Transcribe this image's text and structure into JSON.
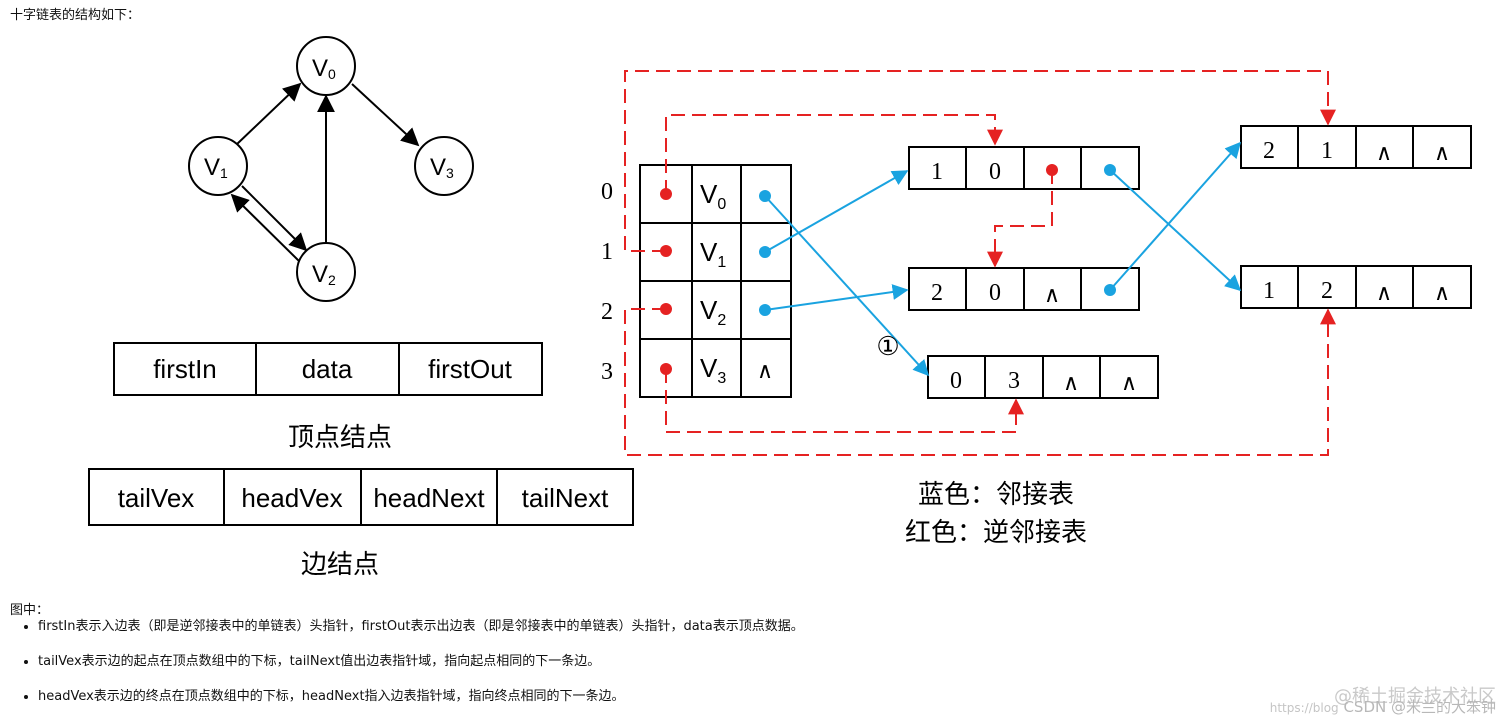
{
  "intro": "十字链表的结构如下：",
  "graph": {
    "vertices": [
      "V",
      "V",
      "V",
      "V"
    ],
    "subscripts": [
      "0",
      "1",
      "2",
      "3"
    ]
  },
  "vertex_node": {
    "fields": [
      "firstIn",
      "data",
      "firstOut"
    ],
    "caption": "顶点结点"
  },
  "edge_node": {
    "fields": [
      "tailVex",
      "headVex",
      "headNext",
      "tailNext"
    ],
    "caption": "边结点"
  },
  "array": {
    "indices": [
      "0",
      "1",
      "2",
      "3"
    ],
    "null_symbol": "∧"
  },
  "edges": [
    [
      "1",
      "0",
      "",
      ""
    ],
    [
      "2",
      "0",
      "∧",
      ""
    ],
    [
      "0",
      "3",
      "∧",
      "∧"
    ],
    [
      "2",
      "1",
      "∧",
      "∧"
    ],
    [
      "1",
      "2",
      "∧",
      "∧"
    ]
  ],
  "circled_label": "①",
  "legend": {
    "blue": "蓝色：邻接表",
    "red": "红色：逆邻接表"
  },
  "colors": {
    "blue": "#1aa3e0",
    "red": "#e52222"
  },
  "caption_label": "图中：",
  "notes": [
    "firstIn表示入边表（即是逆邻接表中的单链表）头指针，firstOut表示出边表（即是邻接表中的单链表）头指针，data表示顶点数据。",
    "tailVex表示边的起点在顶点数组中的下标，tailNext值出边表指针域，指向起点相同的下一条边。",
    "headVex表示边的终点在顶点数组中的下标，headNext指入边表指针域，指向终点相同的下一条边。"
  ],
  "watermark": {
    "line1": "@稀土掘金技术社区",
    "url": "https://blog",
    "line2": "CSDN @米兰的大笨钟"
  }
}
